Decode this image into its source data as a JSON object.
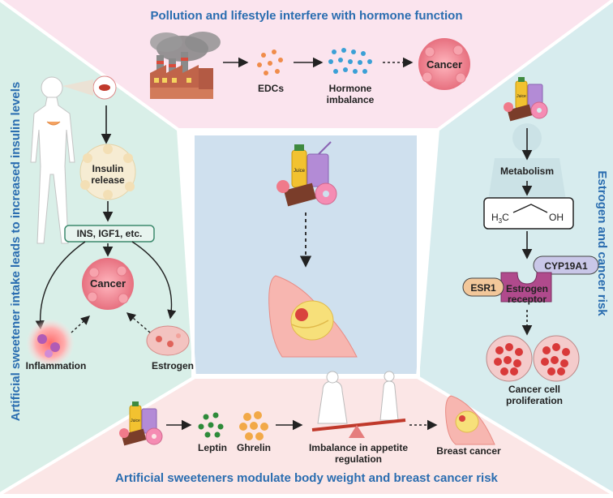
{
  "panels": {
    "top": {
      "title": "Pollution and lifestyle interfere with hormone function",
      "edcs_label": "EDCs",
      "hormone_label_1": "Hormone",
      "hormone_label_2": "imbalance",
      "cancer_label": "Cancer"
    },
    "left": {
      "title": "Artificial sweetener intake leads to increased insulin levels",
      "insulin_label_1": "Insulin",
      "insulin_label_2": "release",
      "ins_box": "INS, IGF1, etc.",
      "cancer_label": "Cancer",
      "inflammation_label": "Inflammation",
      "estrogen_label": "Estrogen"
    },
    "right": {
      "title": "Estrogen and cancer risk",
      "metabolism_label": "Metabolism",
      "h3c_label": "H",
      "h3c_sub": "3",
      "h3c_c": "C",
      "oh_label": "OH",
      "juice_text": "Juice",
      "cyp_label": "CYP19A1",
      "esr_label": "ESR1",
      "receptor_label_1": "Estrogen",
      "receptor_label_2": "receptor",
      "proliferation_label_1": "Cancer cell",
      "proliferation_label_2": "proliferation"
    },
    "center": {
      "juice_text": "Juice"
    },
    "bottom": {
      "title": "Artificial sweeteners modulate body weight and breast cancer risk",
      "juice_text": "Juice",
      "leptin_label": "Leptin",
      "ghrelin_label": "Ghrelin",
      "imbalance_label_1": "Imbalance in appetite",
      "imbalance_label_2": "regulation",
      "breast_cancer_label": "Breast cancer"
    }
  },
  "colors": {
    "title_blue": "#2a6db0",
    "top_bg": "#fbe4ee",
    "left_bg": "#d9efe8",
    "right_bg": "#d7ecee",
    "bottom_bg": "#fbe6e6",
    "center_bg": "#cfe0ee",
    "cancer_pink": "#f08a96",
    "receptor_purple": "#b04a8c",
    "esr_orange": "#f2c79a",
    "cyp_lavender": "#c9c7e8"
  }
}
